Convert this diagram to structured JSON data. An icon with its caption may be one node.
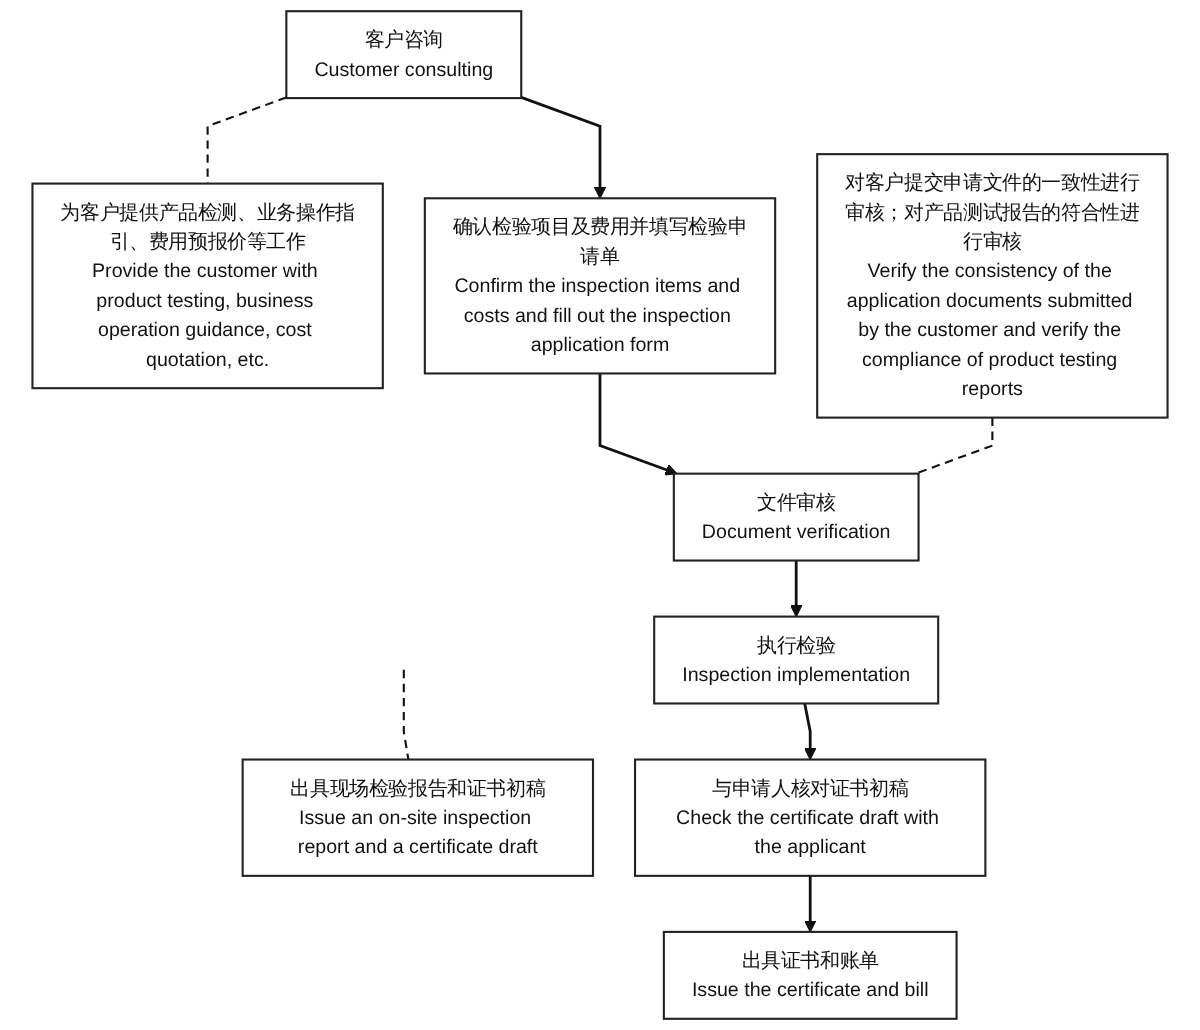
{
  "diagram": {
    "nodes": [
      {
        "text": [
          "客户咨询",
          "Customer consulting"
        ]
      },
      {
        "text": [
          "为客户提供产品检测、业务操作指引、费用预报价等工作",
          "Provide the customer with product testing, business operation guidance, cost quotation, etc."
        ]
      },
      {
        "text": [
          "确认检验项目及费用并填写检验申请单",
          "Confirm the inspection items and costs and fill out the inspection application form"
        ]
      },
      {
        "text": [
          "对客户提交申请文件的一致性进行审核；对产品测试报告的符合性进行审核",
          "Verify the consistency of the application documents submitted by the customer and verify the compliance of product testing reports"
        ]
      },
      {
        "text": [
          "文件审核",
          "Document verification"
        ]
      },
      {
        "text": [
          "执行检验",
          "Inspection implementation"
        ]
      },
      {
        "text": [
          "出具现场检验报告和证书初稿",
          "Issue an on-site inspection report and a certificate draft"
        ]
      },
      {
        "text": [
          "与申请人核对证书初稿",
          "Check the certificate draft with the applicant"
        ]
      },
      {
        "text": [
          "出具证书和账单",
          "Issue the certificate and bill"
        ]
      }
    ],
    "edges": [
      {
        "from": 0,
        "to": 1,
        "arrow": "none",
        "style": "dashed"
      },
      {
        "from": 0,
        "to": 2,
        "arrow": "to"
      },
      {
        "from": 2,
        "to": 4,
        "arrow": "to"
      },
      {
        "from": 3,
        "to": 4,
        "arrow": "none",
        "style": "dashed"
      },
      {
        "from": 4,
        "to": 5,
        "arrow": "to"
      },
      {
        "from": 5,
        "to": 7,
        "arrow": "to"
      },
      {
        "from": null,
        "to": 6,
        "arrow": "none",
        "style": "dashed"
      },
      {
        "from": 7,
        "to": 8,
        "arrow": "to"
      }
    ]
  }
}
